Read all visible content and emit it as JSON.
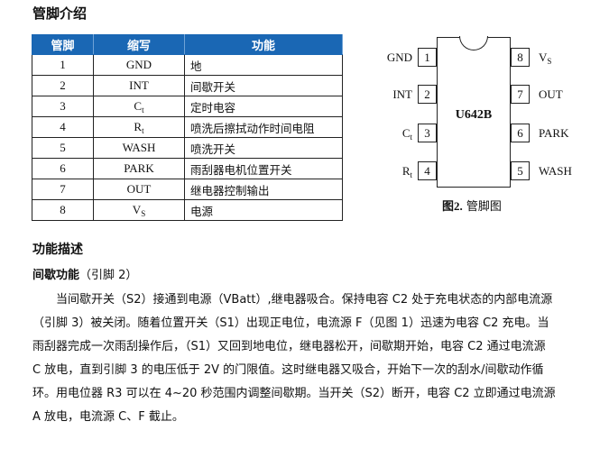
{
  "section_pins": {
    "title": "管脚介绍",
    "table": {
      "headers": [
        "管脚",
        "缩写",
        "功能"
      ],
      "header_color": "#1a67b4",
      "rows": [
        {
          "pin": "1",
          "abbr": "GND",
          "abbr_sub": "",
          "function": "地"
        },
        {
          "pin": "2",
          "abbr": "INT",
          "abbr_sub": "",
          "function": "间歇开关"
        },
        {
          "pin": "3",
          "abbr": "C",
          "abbr_sub": "t",
          "function": "定时电容"
        },
        {
          "pin": "4",
          "abbr": "R",
          "abbr_sub": "t",
          "function": "喷洗后擦拭动作时间电阻"
        },
        {
          "pin": "5",
          "abbr": "WASH",
          "abbr_sub": "",
          "function": "喷洗开关"
        },
        {
          "pin": "6",
          "abbr": "PARK",
          "abbr_sub": "",
          "function": "雨刮器电机位置开关"
        },
        {
          "pin": "7",
          "abbr": "OUT",
          "abbr_sub": "",
          "function": "继电器控制输出"
        },
        {
          "pin": "8",
          "abbr": "V",
          "abbr_sub": "S",
          "function": "电源"
        }
      ]
    }
  },
  "diagram": {
    "chip_name": "U642B",
    "left_pins": [
      {
        "num": "1",
        "label": "GND",
        "sub": ""
      },
      {
        "num": "2",
        "label": "INT",
        "sub": ""
      },
      {
        "num": "3",
        "label": "C",
        "sub": "t"
      },
      {
        "num": "4",
        "label": "R",
        "sub": "t"
      }
    ],
    "right_pins": [
      {
        "num": "8",
        "label": "V",
        "sub": "S"
      },
      {
        "num": "7",
        "label": "OUT",
        "sub": ""
      },
      {
        "num": "6",
        "label": "PARK",
        "sub": ""
      },
      {
        "num": "5",
        "label": "WASH",
        "sub": ""
      }
    ],
    "caption_num": "图2.",
    "caption_text": "管脚图"
  },
  "section_function": {
    "title": "功能描述",
    "subtitle_bold": "间歇功能",
    "subtitle_rest": "（引脚 2）",
    "lines": [
      "　　当间歇开关（S2）接通到电源（VBatt）,继电器吸合。保持电容 C2 处于充电状态的内部电流源",
      "（引脚 3）被关闭。随着位置开关（S1）出现正电位，电流源 F（见图 1）迅速为电容 C2 充电。当",
      "雨刮器完成一次雨刮操作后，（S1）又回到地电位，继电器松开，间歇期开始，电容 C2 通过电流源",
      "C 放电，直到引脚 3 的电压低于 2V 的门限值。这时继电器又吸合，开始下一次的刮水/间歇动作循",
      "环。用电位器 R3 可以在 4~20 秒范围内调整间歇期。当开关（S2）断开，电容 C2 立即通过电流源",
      "A 放电，电流源 C、F 截止。"
    ]
  }
}
